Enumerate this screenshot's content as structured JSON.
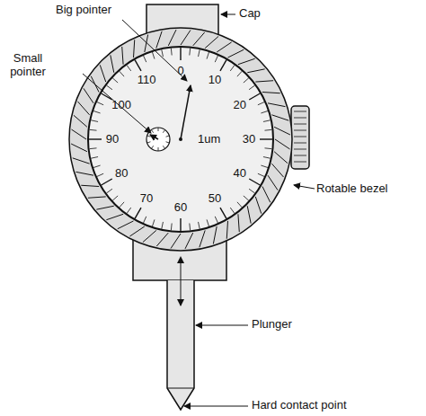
{
  "diagram": {
    "labels": [
      "Big pointer",
      "Cap",
      "Small pointer",
      "Rotable bezel",
      "Plunger",
      "Hard contact point",
      "0",
      "10",
      "20",
      "30",
      "40",
      "50",
      "60",
      "70",
      "80",
      "90",
      "100",
      "110",
      "1um"
    ]
  }
}
